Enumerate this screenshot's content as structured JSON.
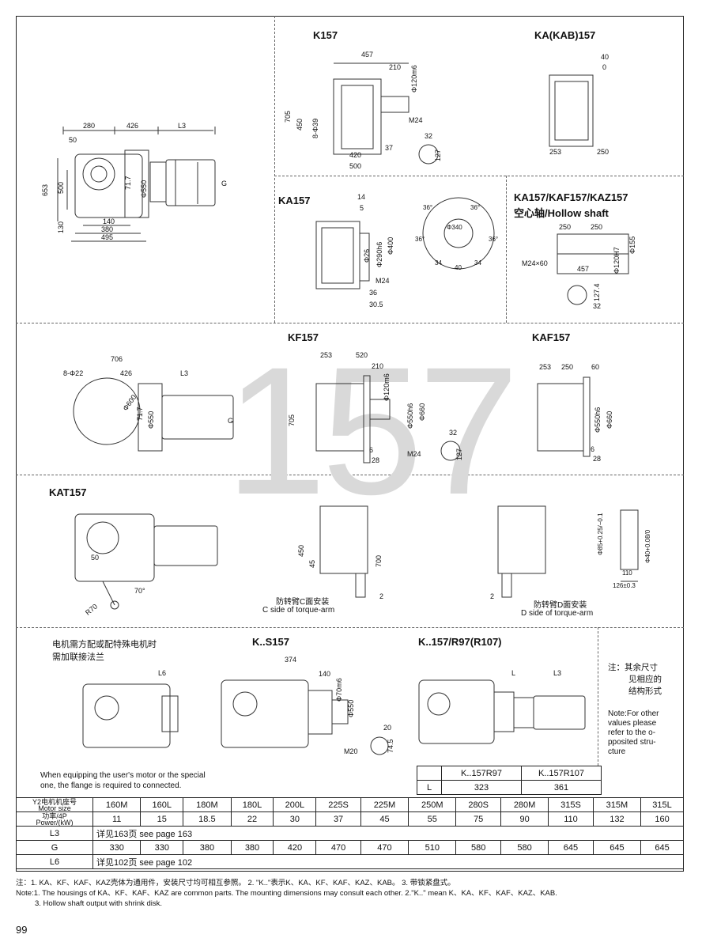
{
  "page": {
    "number": "99",
    "watermark": "157"
  },
  "titles": {
    "k157": "K157",
    "ka_kab157": "KA(KAB)157",
    "ka157": "KA157",
    "hollow_title": "KA157/KAF157/KAZ157",
    "hollow_sub": "空心轴/Hollow shaft",
    "kf157": "KF157",
    "kaf157": "KAF157",
    "kat157": "KAT157",
    "ks157": "K..S157",
    "kr": "K..157/R97(R107)"
  },
  "dims": {
    "k157_main": [
      "280",
      "426",
      "L3",
      "50",
      "653",
      "500",
      "130",
      "Φ550",
      "71.7",
      "140",
      "380",
      "495",
      "G"
    ],
    "k157_side": [
      "457",
      "210",
      "Φ120m6",
      "705",
      "450",
      "8-Φ39",
      "M24",
      "420",
      "500",
      "37",
      "32",
      "127"
    ],
    "kab": [
      "40",
      "0",
      "253",
      "250"
    ],
    "ka157": [
      "14",
      "5",
      "Φ26",
      "Φ290h6",
      "Φ400",
      "M24",
      "36",
      "30.5"
    ],
    "flange": [
      "Φ340",
      "36°",
      "36°",
      "36°",
      "36°",
      "34",
      "40",
      "34"
    ],
    "hollow": [
      "250",
      "250",
      "Φ155",
      "Φ120H7",
      "M24×60",
      "457",
      "32",
      "127.4"
    ],
    "kf_main": [
      "706",
      "8-Φ22",
      "426",
      "L3",
      "Φ600",
      "Φ550",
      "71.7",
      "G"
    ],
    "kf_side": [
      "253",
      "520",
      "210",
      "Φ120m6",
      "705",
      "Φ550h6",
      "Φ660",
      "6",
      "28",
      "M24",
      "32",
      "127"
    ],
    "kaf": [
      "253",
      "250",
      "60",
      "Φ550h6",
      "Φ660",
      "6",
      "28"
    ],
    "kat_main": [
      "50",
      "70°",
      "R70"
    ],
    "kat_c": [
      "450",
      "45",
      "700",
      "2"
    ],
    "kat_d": [
      "2"
    ],
    "sleeve": [
      "Φ85+0.25/−0.1",
      "Φ40+0.08/0",
      "110",
      "126±0.3"
    ],
    "ks": [
      "374",
      "140",
      "Φ70m6",
      "Φ550",
      "20",
      "74.5",
      "M20"
    ],
    "kr": [
      "L",
      "L3"
    ],
    "motor_flange": [
      "L6"
    ]
  },
  "captions": {
    "c_cn": "防转臂C面安装",
    "c_en": "C side of torque-arm",
    "d_cn": "防转臂D面安装",
    "d_en": "D side of torque-arm",
    "motor_cn1": "电机需方配或配特殊电机时",
    "motor_cn2": "需加联接法兰",
    "motor_en1": "When equipping the user's motor or the special",
    "motor_en2": "one, the flange is required to connected.",
    "note_cn1": "注：其余尺寸",
    "note_cn2": "见相应的",
    "note_cn3": "结构形式",
    "note_en": [
      "Note:For other",
      "values please",
      "refer to the o-",
      "pposited stru-",
      "cture"
    ]
  },
  "l_table": {
    "headers": [
      "K..157R97",
      "K..157R107"
    ],
    "row_label": "L",
    "values": [
      "323",
      "361"
    ]
  },
  "motor_table": {
    "h1": "Y2电机机座号",
    "h2": "Motor size",
    "sizes": [
      "160M",
      "160L",
      "180M",
      "180L",
      "200L",
      "225S",
      "225M",
      "250M",
      "280S",
      "280M",
      "315S",
      "315M",
      "315L"
    ],
    "p1": "功率/4P",
    "p2": "Power/(kW)",
    "powers": [
      "11",
      "15",
      "18.5",
      "22",
      "30",
      "37",
      "45",
      "55",
      "75",
      "90",
      "110",
      "132",
      "160"
    ],
    "l3_label": "L3",
    "l3_text": "详见163页   see page 163",
    "g_label": "G",
    "g_values": [
      "330",
      "330",
      "380",
      "380",
      "420",
      "470",
      "470",
      "510",
      "580",
      "580",
      "645",
      "645",
      "645"
    ],
    "l6_label": "L6",
    "l6_text": "详见102页   see page 102"
  },
  "notes": {
    "cn": "注：1. KA、KF、KAF、KAZ壳体为通用件，安装尺寸均可相互参照。    2. \"K..\"表示K、KA、KF、KAF、KAZ、KAB。   3. 带锁紧盘式。",
    "en1": "Note:1. The housings of KA、KF、KAF、KAZ are common parts. The mounting dimensions may consult each other.  2.\"K..\" mean K、KA、KF、KAF、KAZ、KAB.",
    "en2": "3. Hollow shaft output with shrink disk."
  }
}
